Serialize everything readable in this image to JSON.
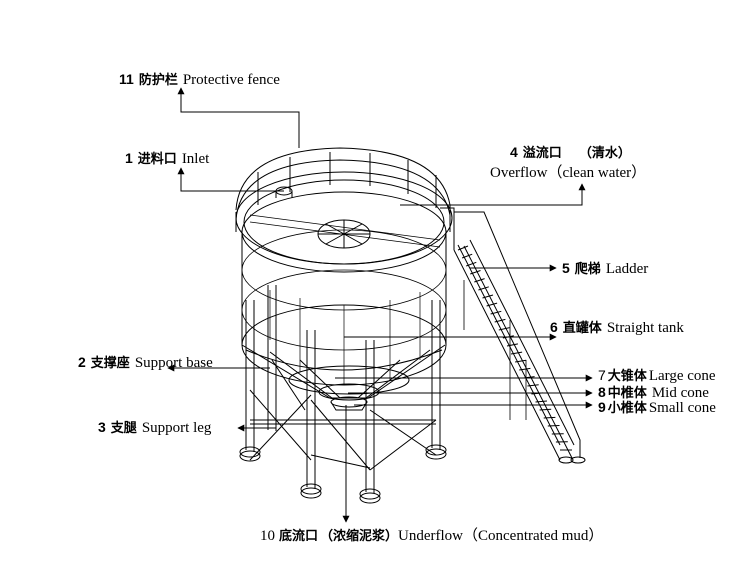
{
  "labels": {
    "fence": {
      "num": "11",
      "zh": "防护栏",
      "en": "Protective fence"
    },
    "inlet": {
      "num": "1",
      "zh": "进料口",
      "en": "Inlet"
    },
    "overflow": {
      "num": "4",
      "zh": "溢流口",
      "paren": "（清水）",
      "en": "Overflow（clean water）"
    },
    "ladder": {
      "num": "5",
      "zh": "爬梯",
      "en": "Ladder"
    },
    "tank": {
      "num": "6",
      "zh": "直罐体",
      "en": "Straight tank"
    },
    "base": {
      "num": "2",
      "zh": "支撑座",
      "en": "Support base"
    },
    "large": {
      "num": "7",
      "zh": "大锥体",
      "en": "Large cone"
    },
    "mid": {
      "num": "8",
      "zh": "中椎体",
      "en": "Mid cone"
    },
    "small": {
      "num": "9",
      "zh": "小椎体",
      "en": "Small cone"
    },
    "leg": {
      "num": "3",
      "zh": "支腿",
      "en": "Support leg"
    },
    "underflow": {
      "num": "10",
      "zh": "底流口",
      "paren": "（浓缩泥浆）",
      "en": "Underflow（Concentrated mud）"
    }
  }
}
